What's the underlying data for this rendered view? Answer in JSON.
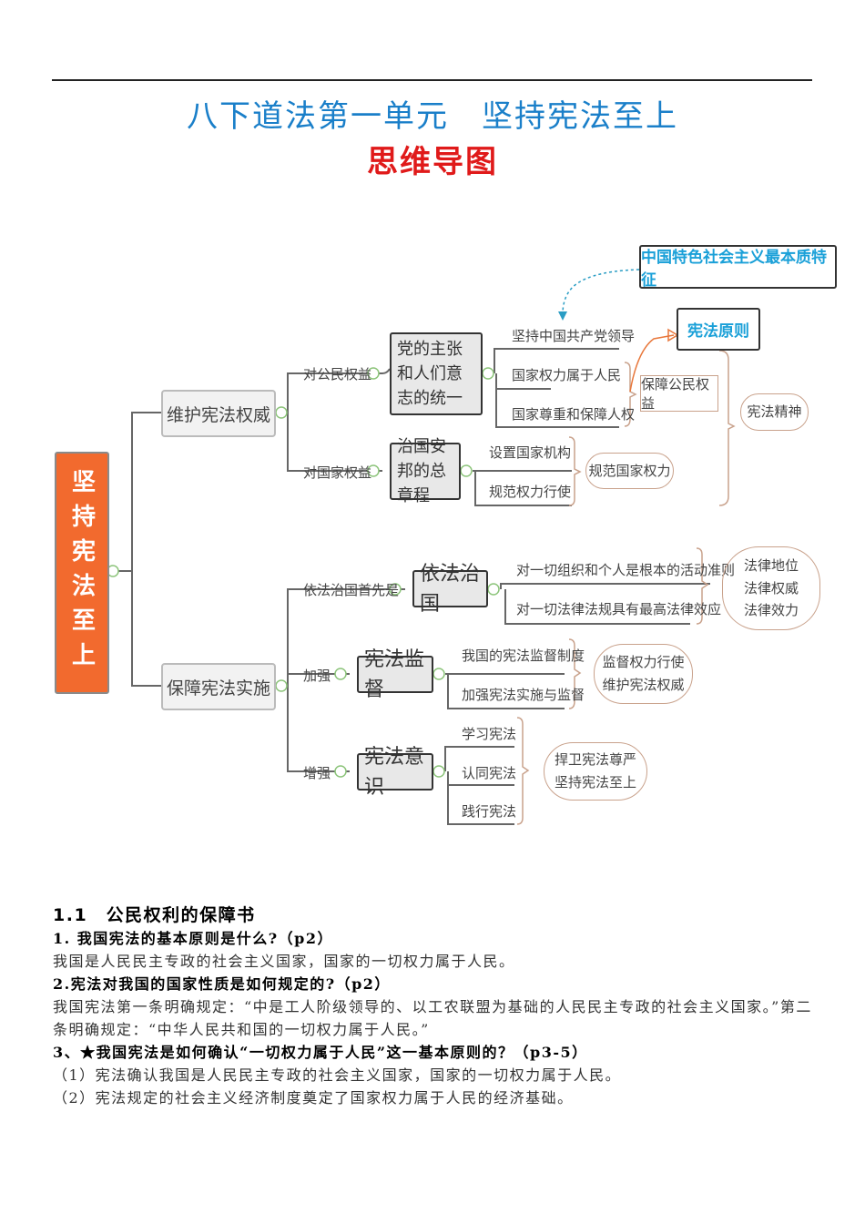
{
  "header": {
    "title_line1": "八下道法第一单元　坚持宪法至上",
    "title_line2": "思维导图"
  },
  "mindmap": {
    "root": "坚持宪法至上",
    "branch1": {
      "label": "维护宪法权威",
      "sub1": {
        "relation": "对公民权益",
        "node": "党的主张和人们意志的统一",
        "leaves": [
          "坚持中国共产党领导",
          "国家权力属于人民",
          "国家尊重和保障人权"
        ],
        "summary": "保障公民权益"
      },
      "sub2": {
        "relation": "对国家权益",
        "node": "治国安邦的总章程",
        "leaves": [
          "设置国家机构",
          "规范权力行使"
        ],
        "summary": "规范国家权力"
      },
      "principle": "宪法原则",
      "principle_note": "中国特色社会主义最本质特征",
      "spirit": "宪法精神"
    },
    "branch2": {
      "label": "保障宪法实施",
      "sub1": {
        "relation": "依法治国首先是",
        "node": "依法治国",
        "leaves": [
          "对一切组织和个人是根本的活动准则",
          "对一切法律法规具有最高法律效应"
        ],
        "summary": [
          "法律地位",
          "法律权威",
          "法律效力"
        ]
      },
      "sub2": {
        "relation": "加强",
        "node": "宪法监督",
        "leaves": [
          "我国的宪法监督制度",
          "加强宪法实施与监督"
        ],
        "summary": [
          "监督权力行使",
          "维护宪法权威"
        ]
      },
      "sub3": {
        "relation": "增强",
        "node": "宪法意识",
        "leaves": [
          "学习宪法",
          "认同宪法",
          "践行宪法"
        ],
        "summary": [
          "捍卫宪法尊严",
          "坚持宪法至上"
        ]
      }
    }
  },
  "content": {
    "section_title": "1.1　公民权利的保障书",
    "q1": "1. 我国宪法的基本原则是什么?（p2）",
    "a1": "我国是人民民主专政的社会主义国家，国家的一切权力属于人民。",
    "q2": "2.宪法对我国的国家性质是如何规定的?（p2）",
    "a2": "我国宪法第一条明确规定：“中是工人阶级领导的、以工农联盟为基础的人民民主专政的社会主义国家。”第二条明确规定：“中华人民共和国的一切权力属于人民。”",
    "q3": "3、★我国宪法是如何确认“一切权力属于人民”这一基本原则的？（p3-5）",
    "a3_1": "（1）宪法确认我国是人民民主专政的社会主义国家，国家的一切权力属于人民。",
    "a3_2": "（2）宪法规定的社会主义经济制度奠定了国家权力属于人民的经济基础。"
  }
}
